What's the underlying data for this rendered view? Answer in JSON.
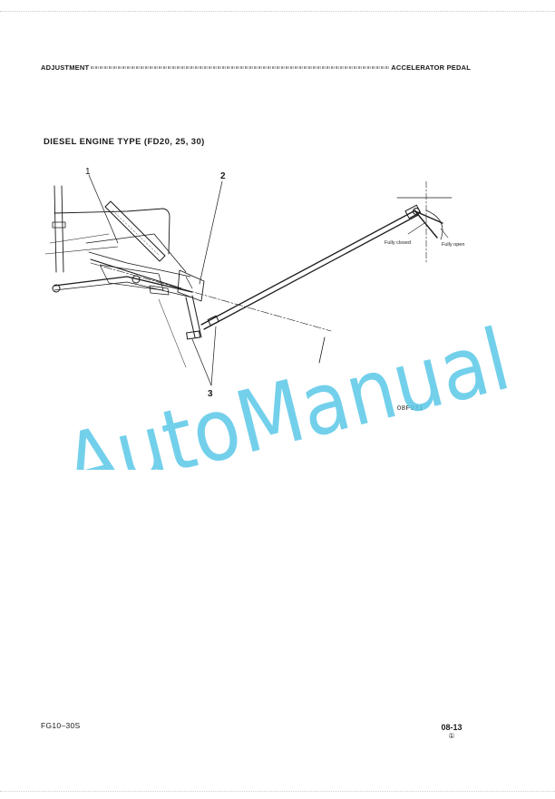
{
  "header": {
    "left": "ADJUSTMENT",
    "right": "ACCELERATOR PEDAL"
  },
  "section_title": "DIESEL ENGINE TYPE (FD20, 25, 30)",
  "figure": {
    "callouts": [
      "1",
      "2",
      "3"
    ],
    "label_fully_closed": "Fully closed",
    "label_fully_open": "Fully open",
    "figure_code": "08F031"
  },
  "watermark": {
    "text": "AutoManual",
    "color": "#5bc8e8"
  },
  "footer": {
    "model": "FG10–30S",
    "page_number": "08-13",
    "revision_mark": "①"
  }
}
